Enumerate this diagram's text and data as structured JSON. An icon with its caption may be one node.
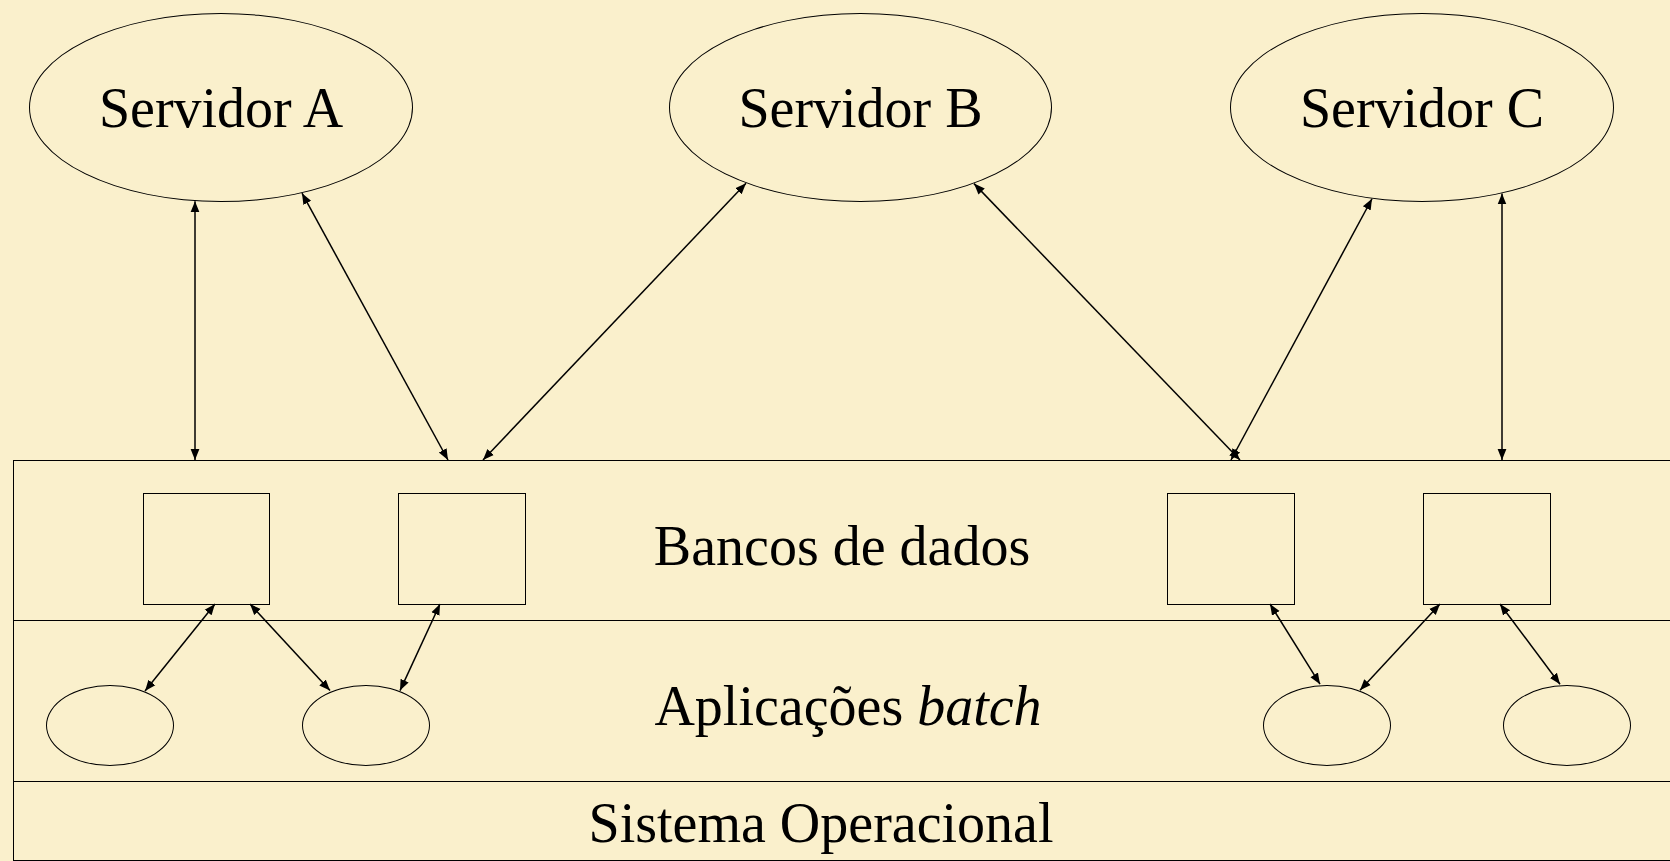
{
  "diagram": {
    "nodes": [
      {
        "text": [
          "Servidor A"
        ]
      },
      {
        "text": [
          "Servidor B"
        ]
      },
      {
        "text": [
          "Servidor C"
        ]
      },
      {
        "text": [],
        "shape": "box"
      },
      {
        "text": [
          "Bancos de dados"
        ],
        "in": 3
      },
      {
        "text": [
          "Aplicações *batch*"
        ],
        "in": 3
      },
      {
        "text": [
          "Sistema Operacional"
        ],
        "in": 3
      },
      {
        "text": [],
        "shape": "box",
        "in": 4
      },
      {
        "text": [],
        "shape": "box",
        "in": 4
      },
      {
        "text": [],
        "shape": "box",
        "in": 4
      },
      {
        "text": [],
        "shape": "box",
        "in": 4
      },
      {
        "text": [],
        "shape": "ellipse",
        "in": 5
      },
      {
        "text": [],
        "shape": "ellipse",
        "in": 5
      },
      {
        "text": [],
        "shape": "ellipse",
        "in": 5
      },
      {
        "text": [],
        "shape": "ellipse",
        "in": 5
      }
    ],
    "edges": [
      {
        "from": 0,
        "to": 4,
        "arrow": "both"
      },
      {
        "from": 0,
        "to": 4,
        "arrow": "both"
      },
      {
        "from": 1,
        "to": 4,
        "arrow": "both"
      },
      {
        "from": 1,
        "to": 4,
        "arrow": "both"
      },
      {
        "from": 2,
        "to": 4,
        "arrow": "both"
      },
      {
        "from": 2,
        "to": 4,
        "arrow": "both"
      },
      {
        "from": 7,
        "to": 11,
        "arrow": "both"
      },
      {
        "from": 7,
        "to": 12,
        "arrow": "both"
      },
      {
        "from": 8,
        "to": 12,
        "arrow": "both"
      },
      {
        "from": 9,
        "to": 13,
        "arrow": "both"
      },
      {
        "from": 10,
        "to": 13,
        "arrow": "both"
      },
      {
        "from": 10,
        "to": 14,
        "arrow": "both"
      }
    ]
  }
}
